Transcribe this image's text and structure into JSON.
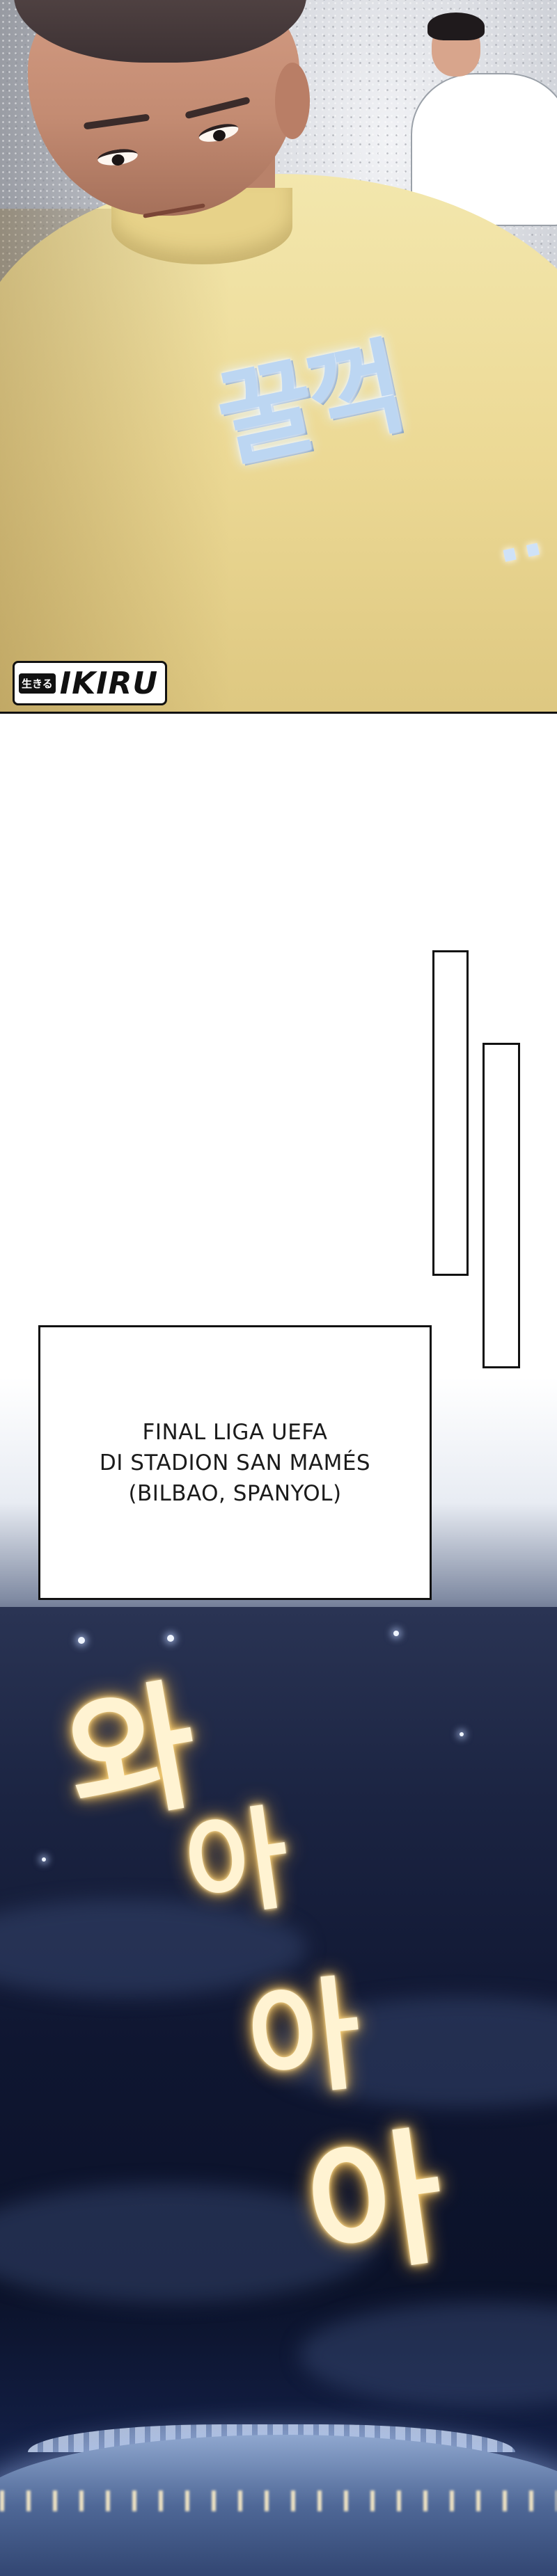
{
  "panel_top": {
    "sfx": "꿀꺽",
    "sfx_dots": "..",
    "watermark": {
      "prefix": "生きる",
      "brand": "IKIRU"
    }
  },
  "caption": {
    "lines": [
      "FINAL LIGA UEFA",
      "DI STADION SAN MAMÉS",
      "(BILBAO, SPANYOL)"
    ]
  },
  "panel_night": {
    "sfx": [
      "와",
      "아",
      "아",
      "아"
    ]
  },
  "colors": {
    "shirt": "#ecd995",
    "sfx_blue": "#bcd6f2",
    "sfx_gold": "#fff3d2",
    "night_sky": "#0f1631",
    "watermark_accent": "#2dbd52"
  }
}
